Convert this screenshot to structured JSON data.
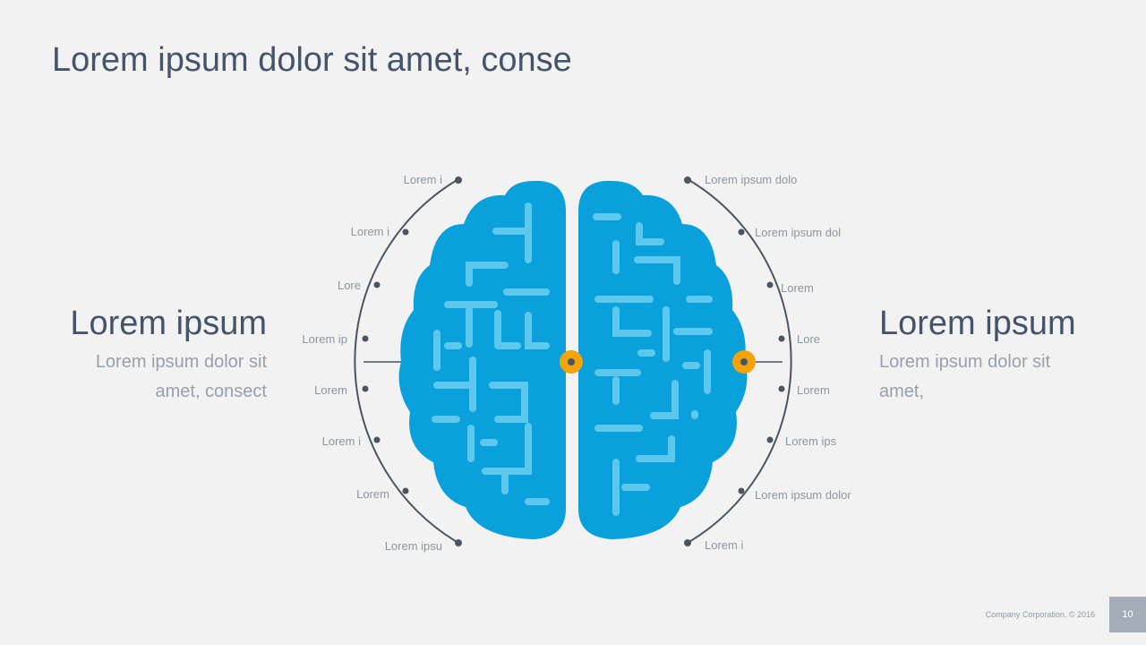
{
  "slide": {
    "title": "Lorem ipsum dolor sit amet, conse",
    "left_block": {
      "heading": "Lorem ipsum",
      "body": "Lorem ipsum dolor sit amet, consect"
    },
    "right_block": {
      "heading": "Lorem ipsum",
      "body": "Lorem ipsum dolor sit amet,"
    },
    "left_labels": [
      "Lorem i",
      "Lorem i",
      "Lore",
      "Lorem ip",
      "Lorem",
      "Lorem i",
      "Lorem",
      "Lorem ipsu"
    ],
    "right_labels": [
      "Lorem ipsum dolo",
      "Lorem ipsum dol",
      "Lorem",
      "Lore",
      "Lorem",
      "Lorem ips",
      "Lorem ipsum dolor",
      "Lorem i"
    ]
  },
  "footer": {
    "company": "Company Corporation. © 2016",
    "page_number": "10"
  },
  "colors": {
    "brain": "#0aa0dc",
    "brain_lines": "#5dc8ee",
    "connector": "#f0a30a",
    "arc": "#4a5563",
    "title": "#44546a",
    "muted": "#97a1ad",
    "page_box": "#a3adb8"
  },
  "icons": {
    "brain": "brain-icon",
    "connector": "connector-dot-icon"
  }
}
